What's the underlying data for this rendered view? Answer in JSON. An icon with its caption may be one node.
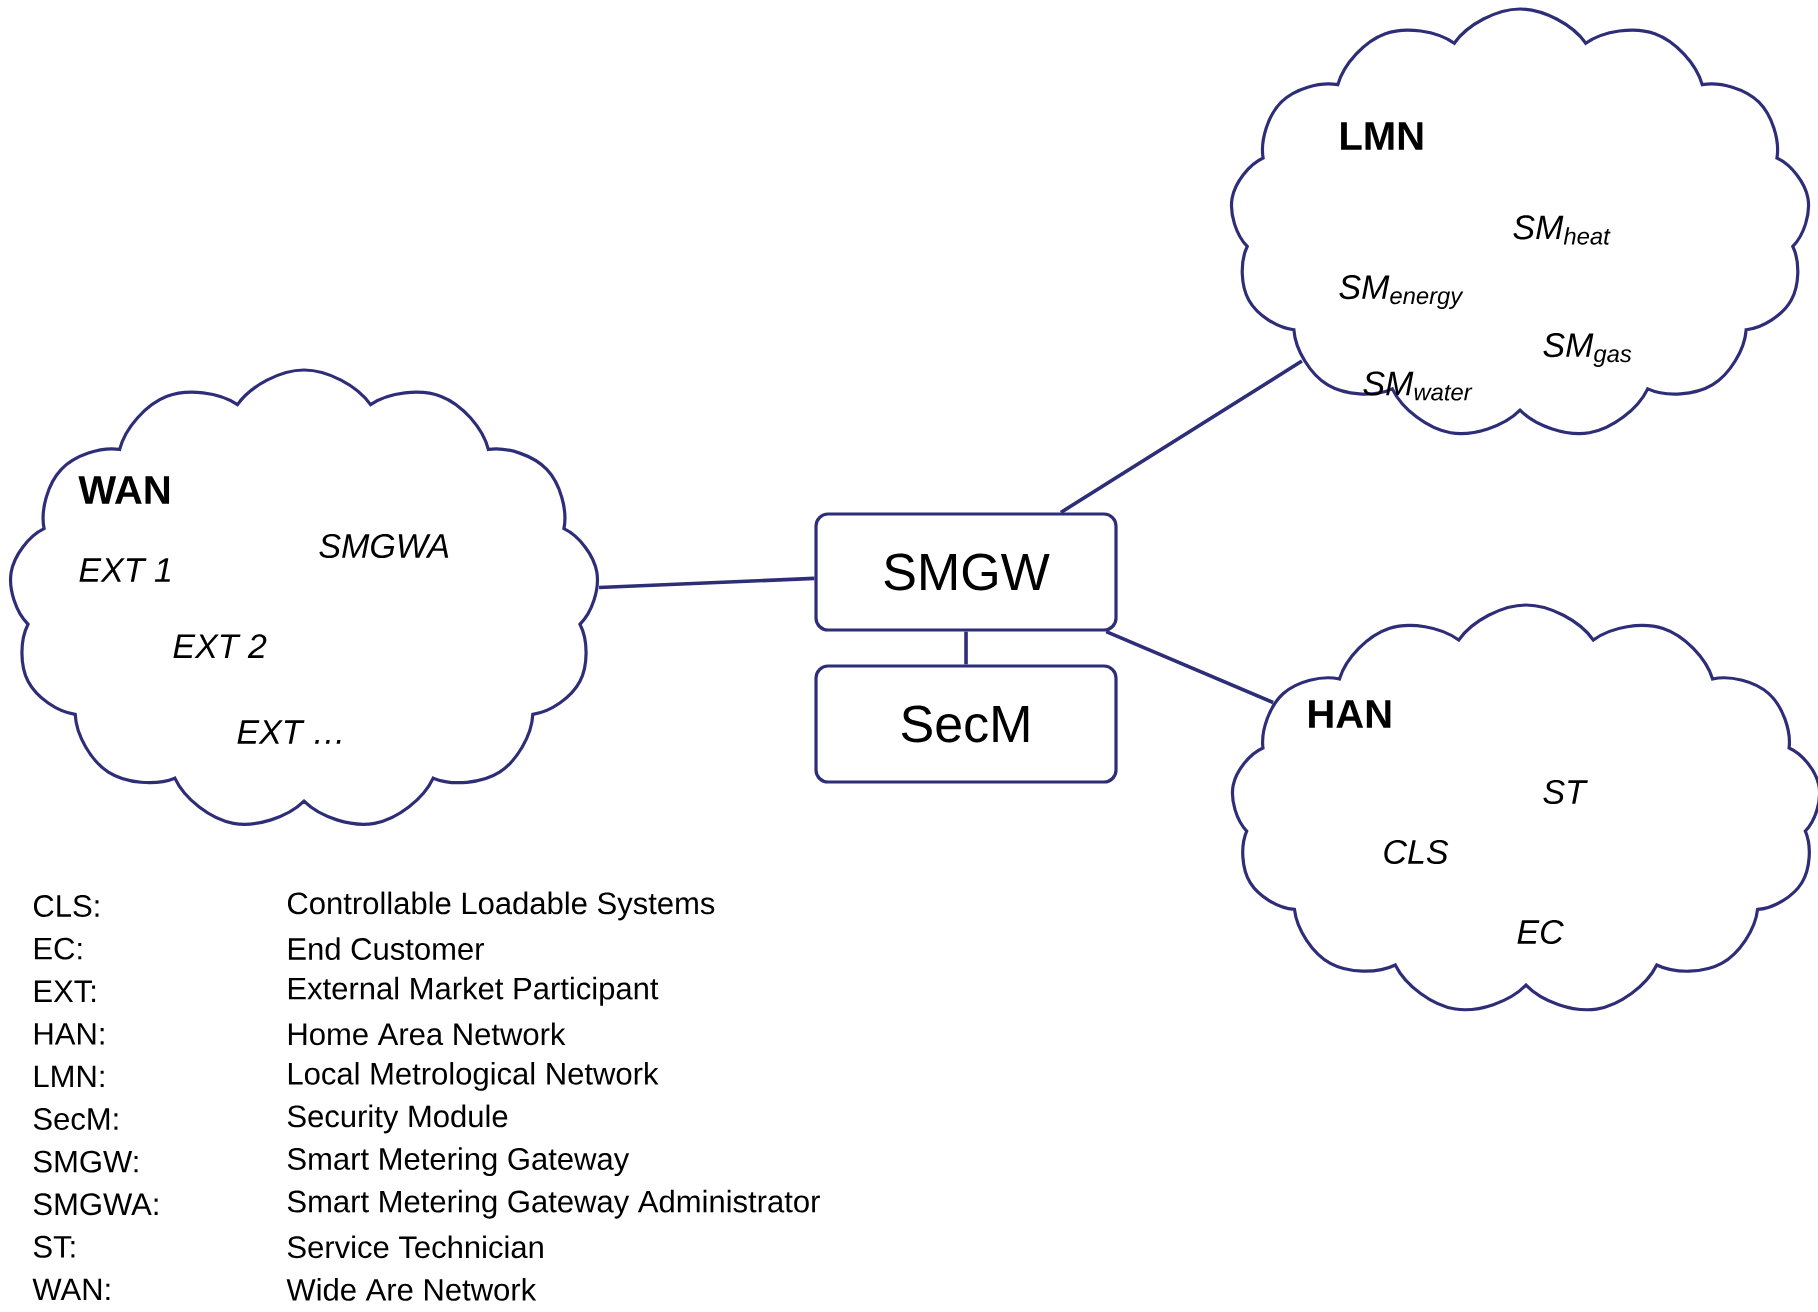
{
  "diagram": {
    "nodes": [
      {
        "text": [
          "LMN",
          "SM$_{heat}$",
          "SM$_{energy}$",
          "SM$_{gas}$",
          "SM$_{water}$"
        ]
      },
      {
        "text": [
          "WAN",
          "EXT 1",
          "SMGWA",
          "EXT 2",
          "EXT …"
        ]
      },
      {
        "text": [
          "SMGW"
        ]
      },
      {
        "text": [
          "SecM"
        ]
      },
      {
        "text": [
          "HAN",
          "ST",
          "CLS",
          "EC"
        ]
      }
    ],
    "edges": [
      {
        "from": 1,
        "to": 2,
        "arrow": "none"
      },
      {
        "from": 2,
        "to": 0,
        "arrow": "none"
      },
      {
        "from": 2,
        "to": 4,
        "arrow": "none"
      },
      {
        "from": 2,
        "to": 3,
        "arrow": "none"
      }
    ],
    "labels": [
      "CLS:",
      "Controllable Loadable Systems",
      "EC:",
      "End Customer",
      "EXT:",
      "External Market Participant",
      "HAN:",
      "Home Area Network",
      "LMN:",
      "Local Metrological Network",
      "SecM:",
      "Security Module",
      "SMGW:",
      "Smart Metering Gateway",
      "SMGWA:",
      "Smart Metering Gateway Administrator",
      "ST:",
      "Service Technician",
      "WAN:",
      "Wide Are Network"
    ]
  }
}
